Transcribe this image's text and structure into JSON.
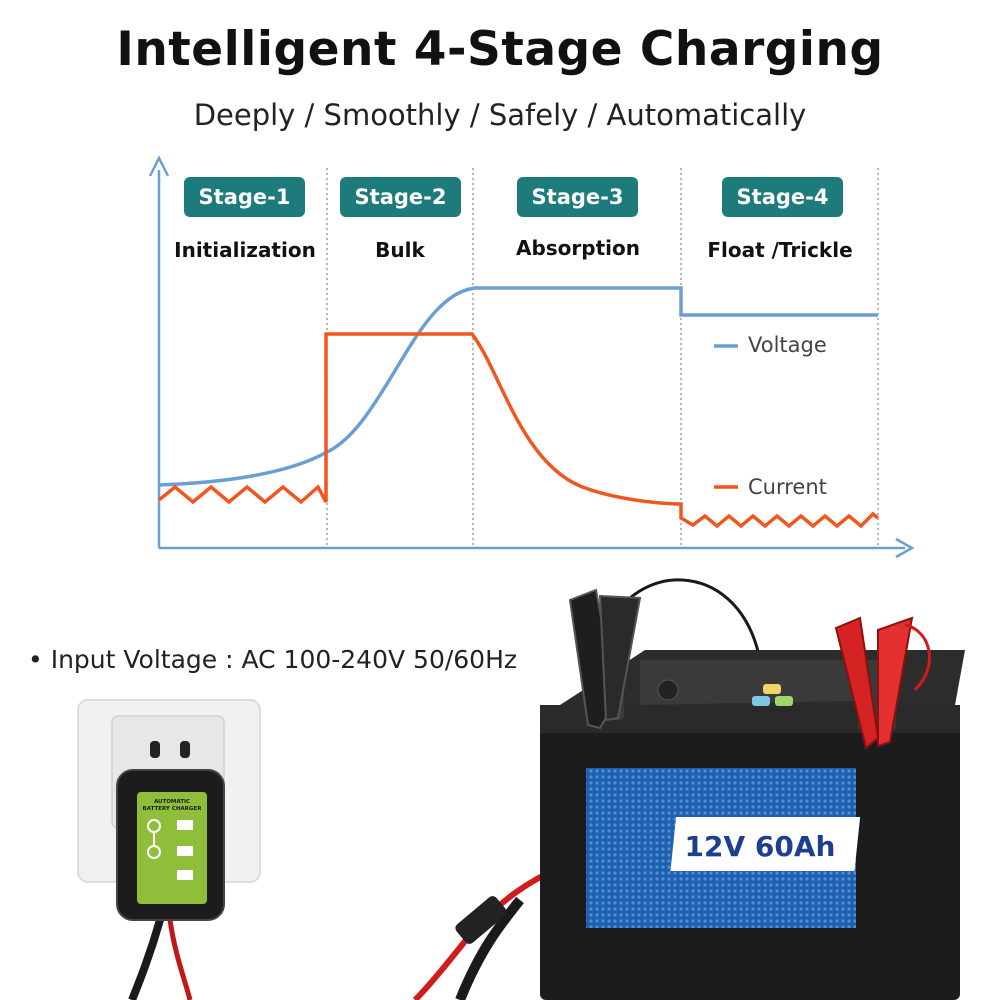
{
  "header": {
    "title": "Intelligent 4-Stage Charging",
    "subtitle": "Deeply / Smoothly / Safely / Automatically"
  },
  "stages": [
    {
      "badge": "Stage-1",
      "name": "Initialization"
    },
    {
      "badge": "Stage-2",
      "name": "Bulk"
    },
    {
      "badge": "Stage-3",
      "name": "Absorption"
    },
    {
      "badge": "Stage-4",
      "name": "Float /Trickle"
    }
  ],
  "legend": {
    "voltage": "Voltage",
    "current": "Current"
  },
  "colors": {
    "voltage": "#6a9fd4",
    "current": "#f2561f",
    "badge": "#1e7b7b",
    "axis": "#6a9fd4"
  },
  "input": {
    "text": "Input Voltage : AC 100-240V 50/60Hz"
  },
  "charger": {
    "label_line1": "AUTOMATIC",
    "label_line2": "BATTERY CHARGER"
  },
  "battery": {
    "label": "12V 60Ah"
  }
}
